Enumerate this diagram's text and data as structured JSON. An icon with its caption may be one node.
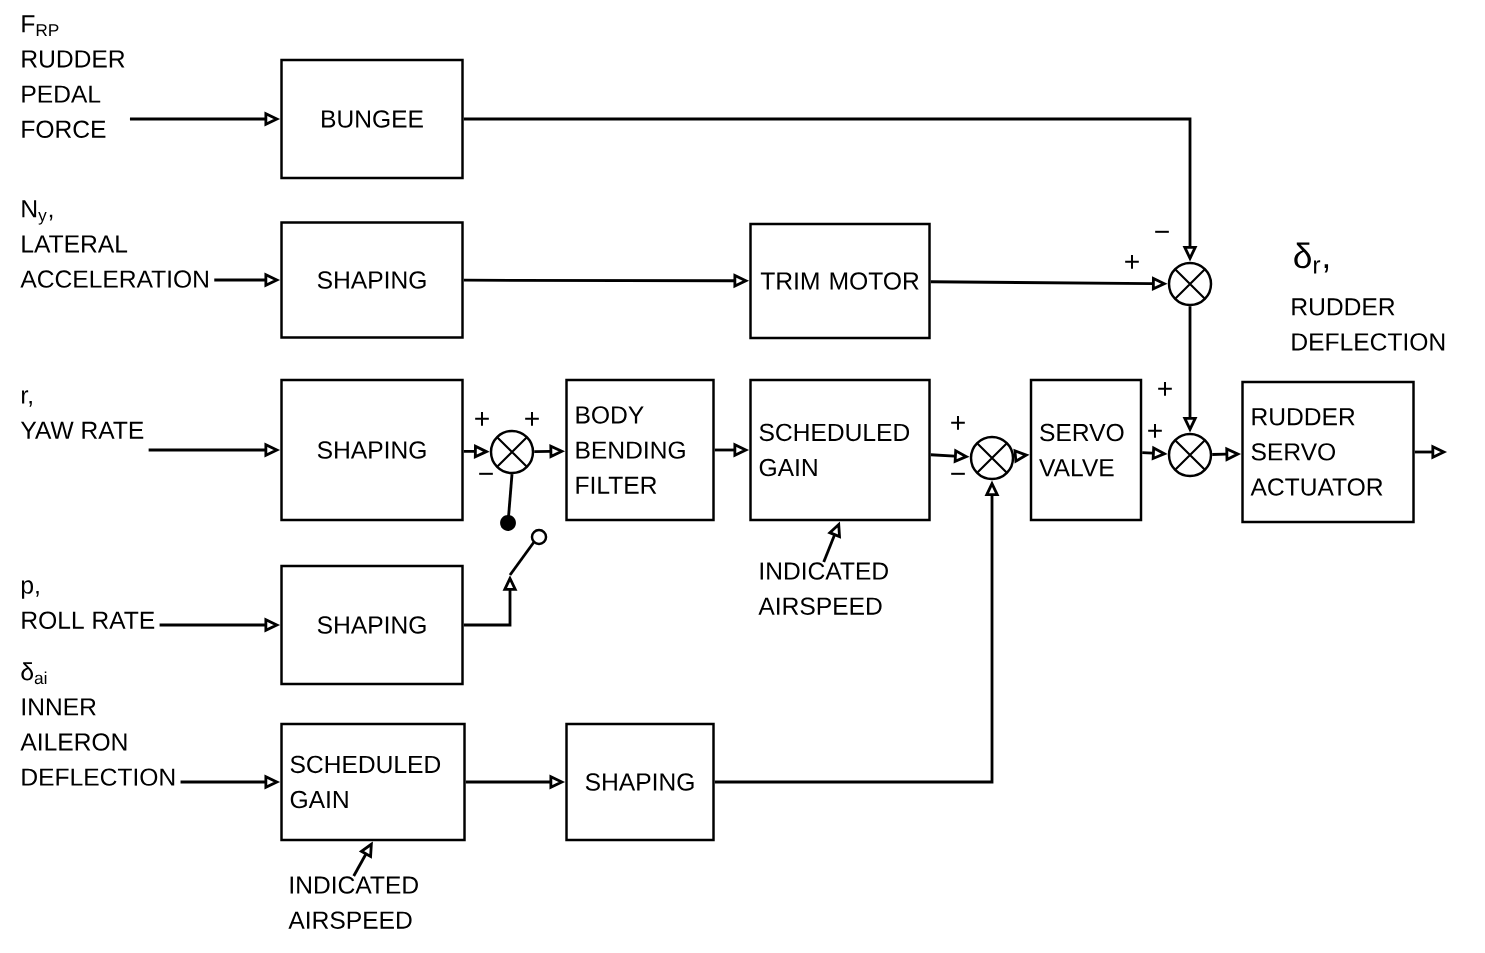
{
  "diagram": {
    "nodes": [
      {
        "text": [
          "F$_{RP}$",
          "RUDDER PEDAL FORCE"
        ]
      },
      {
        "text": [
          "N$_{y}$,",
          "LATERAL ACCELERATION"
        ]
      },
      {
        "text": [
          "r,",
          "YAW RATE"
        ]
      },
      {
        "text": [
          "p,",
          "ROLL RATE"
        ]
      },
      {
        "text": [
          "δ$_{ai}$",
          "INNER AILERON DEFLECTION"
        ]
      },
      {
        "text": [
          "BUNGEE"
        ]
      },
      {
        "text": [
          "SHAPING"
        ]
      },
      {
        "text": [
          "TRIM MOTOR"
        ]
      },
      {
        "text": [
          "SHAPING"
        ]
      },
      {
        "text": [],
        "shape": "circle"
      },
      {
        "text": [
          "BODY BENDING FILTER"
        ]
      },
      {
        "text": [
          "SCHEDULED GAIN"
        ]
      },
      {
        "text": [],
        "shape": "circle"
      },
      {
        "text": [
          "SERVO VALVE"
        ]
      },
      {
        "text": [],
        "shape": "circle"
      },
      {
        "text": [
          "RUDDER SERVO ACTUATOR"
        ]
      },
      {
        "text": [],
        "shape": "circle"
      },
      {
        "text": [
          "SHAPING"
        ]
      },
      {
        "text": [
          "SCHEDULED GAIN"
        ]
      },
      {
        "text": [
          "SHAPING"
        ]
      },
      {
        "text": [
          "INDICATED AIRSPEED"
        ]
      },
      {
        "text": [
          "INDICATED AIRSPEED"
        ]
      },
      {
        "text": [],
        "shape": "switch"
      }
    ],
    "edges": [
      {
        "from": 0,
        "to": 5,
        "arrow": "to"
      },
      {
        "from": 1,
        "to": 6,
        "arrow": "to"
      },
      {
        "from": 2,
        "to": 8,
        "arrow": "to"
      },
      {
        "from": 3,
        "to": 17,
        "arrow": "to"
      },
      {
        "from": 4,
        "to": 18,
        "arrow": "to"
      },
      {
        "from": 5,
        "to": 16,
        "arrow": "to"
      },
      {
        "from": 6,
        "to": 7,
        "arrow": "to"
      },
      {
        "from": 7,
        "to": 16,
        "arrow": "to"
      },
      {
        "from": 16,
        "to": 14,
        "arrow": "to"
      },
      {
        "from": 8,
        "to": 9,
        "arrow": "to"
      },
      {
        "from": 9,
        "to": 10,
        "arrow": "to"
      },
      {
        "from": 10,
        "to": 11,
        "arrow": "to"
      },
      {
        "from": 11,
        "to": 12,
        "arrow": "to"
      },
      {
        "from": 12,
        "to": 13,
        "arrow": "to"
      },
      {
        "from": 13,
        "to": 14,
        "arrow": "to"
      },
      {
        "from": 14,
        "to": 15,
        "arrow": "to"
      },
      {
        "from": 15,
        "to": null,
        "arrow": "to"
      },
      {
        "from": 18,
        "to": 19,
        "arrow": "to"
      },
      {
        "from": 19,
        "to": 12,
        "arrow": "to"
      },
      {
        "from": 20,
        "to": 11,
        "arrow": "to"
      },
      {
        "from": 21,
        "to": 18,
        "arrow": "to"
      },
      {
        "from": 17,
        "to": 22,
        "arrow": "to"
      },
      {
        "from": 22,
        "to": 9,
        "arrow": "none"
      }
    ],
    "labels": [
      "−",
      "+",
      "δ$_{r}$,",
      "RUDDER DEFLECTION",
      "+",
      "+",
      "+",
      "+",
      "+",
      "−",
      "−"
    ]
  }
}
